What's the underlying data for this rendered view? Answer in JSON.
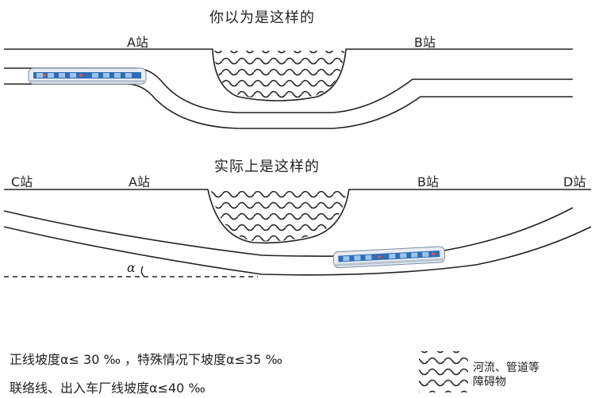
{
  "top_title": "你以为是这样的",
  "bottom_title": "实际上是这样的",
  "top_labels": {
    "a": "A站",
    "b": "B站"
  },
  "bottom_labels": {
    "c": "C站",
    "a": "A站",
    "b": "B站",
    "d": "D站"
  },
  "angle_symbol": "α",
  "notes": {
    "line1": "正线坡度α≤ 30 ‰ ，特殊情况下坡度α≤35 ‰",
    "line2": "联络线、出入车厂线坡度α≤40 ‰"
  },
  "legend": {
    "line1": "河流、管道等",
    "line2": "障碍物"
  },
  "colors": {
    "train_body": "#e8edf3",
    "train_stripe": "#2f6db5",
    "train_red": "#d9534f",
    "line": "#222222"
  }
}
